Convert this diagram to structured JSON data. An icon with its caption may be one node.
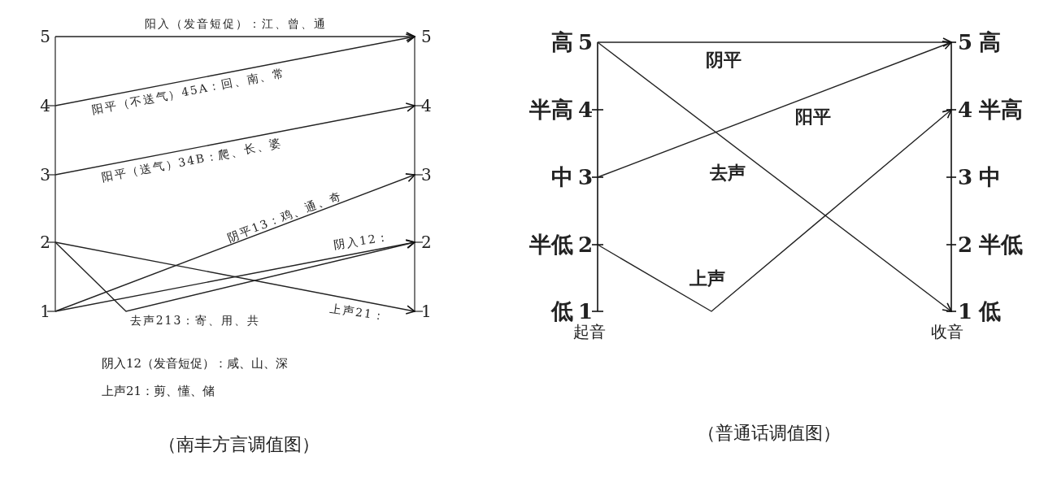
{
  "diagram": {
    "nodes": [
      {
        "text": [
          "5"
        ]
      },
      {
        "text": [
          "4"
        ]
      },
      {
        "text": [
          "3"
        ]
      },
      {
        "text": [
          "2"
        ]
      },
      {
        "text": [
          "1"
        ]
      },
      {
        "text": [
          "5"
        ]
      },
      {
        "text": [
          "4"
        ]
      },
      {
        "text": [
          "3"
        ]
      },
      {
        "text": [
          "2"
        ]
      },
      {
        "text": [
          "1"
        ]
      },
      {
        "text": [
          "5"
        ],
        "beside": [
          "高"
        ]
      },
      {
        "text": [
          "4"
        ],
        "beside": [
          "半高"
        ]
      },
      {
        "text": [
          "3"
        ],
        "beside": [
          "中"
        ]
      },
      {
        "text": [
          "2"
        ],
        "beside": [
          "半低"
        ]
      },
      {
        "text": [
          "1"
        ],
        "beside": [
          "低"
        ]
      },
      {
        "text": [
          "5"
        ],
        "beside": [
          "高"
        ]
      },
      {
        "text": [
          "4"
        ],
        "beside": [
          "半高"
        ]
      },
      {
        "text": [
          "3"
        ],
        "beside": [
          "中"
        ]
      },
      {
        "text": [
          "2"
        ],
        "beside": [
          "半低"
        ]
      },
      {
        "text": [
          "1"
        ],
        "beside": [
          "低"
        ]
      }
    ],
    "edges": [
      {
        "from": 0,
        "to": 5,
        "arrow": "to",
        "label": "阳入（发音短促）：江、曾、通"
      },
      {
        "from": 1,
        "to": 5,
        "arrow": "to",
        "label": "阳平（不送气）45A：回、南、常"
      },
      {
        "from": 2,
        "to": 6,
        "arrow": "to",
        "label": "阳平（送气）34B：爬、长、婆"
      },
      {
        "from": 4,
        "to": 7,
        "arrow": "to",
        "label": "阴平13：鸡、通、奇"
      },
      {
        "from": 4,
        "to": 8,
        "arrow": "to",
        "label": "阴入12："
      },
      {
        "from": 3,
        "to": 8,
        "arrow": "to",
        "label": "去声213：寄、用、共"
      },
      {
        "from": 3,
        "to": 9,
        "arrow": "to",
        "label": "上声21："
      },
      {
        "from": 10,
        "to": 15,
        "arrow": "to",
        "label": "阴平"
      },
      {
        "from": 12,
        "to": 15,
        "arrow": "to",
        "label": "阳平"
      },
      {
        "from": 10,
        "to": 19,
        "arrow": "to",
        "label": "去声"
      },
      {
        "from": 13,
        "to": 16,
        "arrow": "to",
        "label": "上声"
      }
    ],
    "labels": [
      "阴入12（发音短促）：咸、山、深",
      "上声21：剪、懂、储",
      "起音",
      "收音",
      "（南丰方言调值图）",
      "（普通话调值图）"
    ]
  }
}
